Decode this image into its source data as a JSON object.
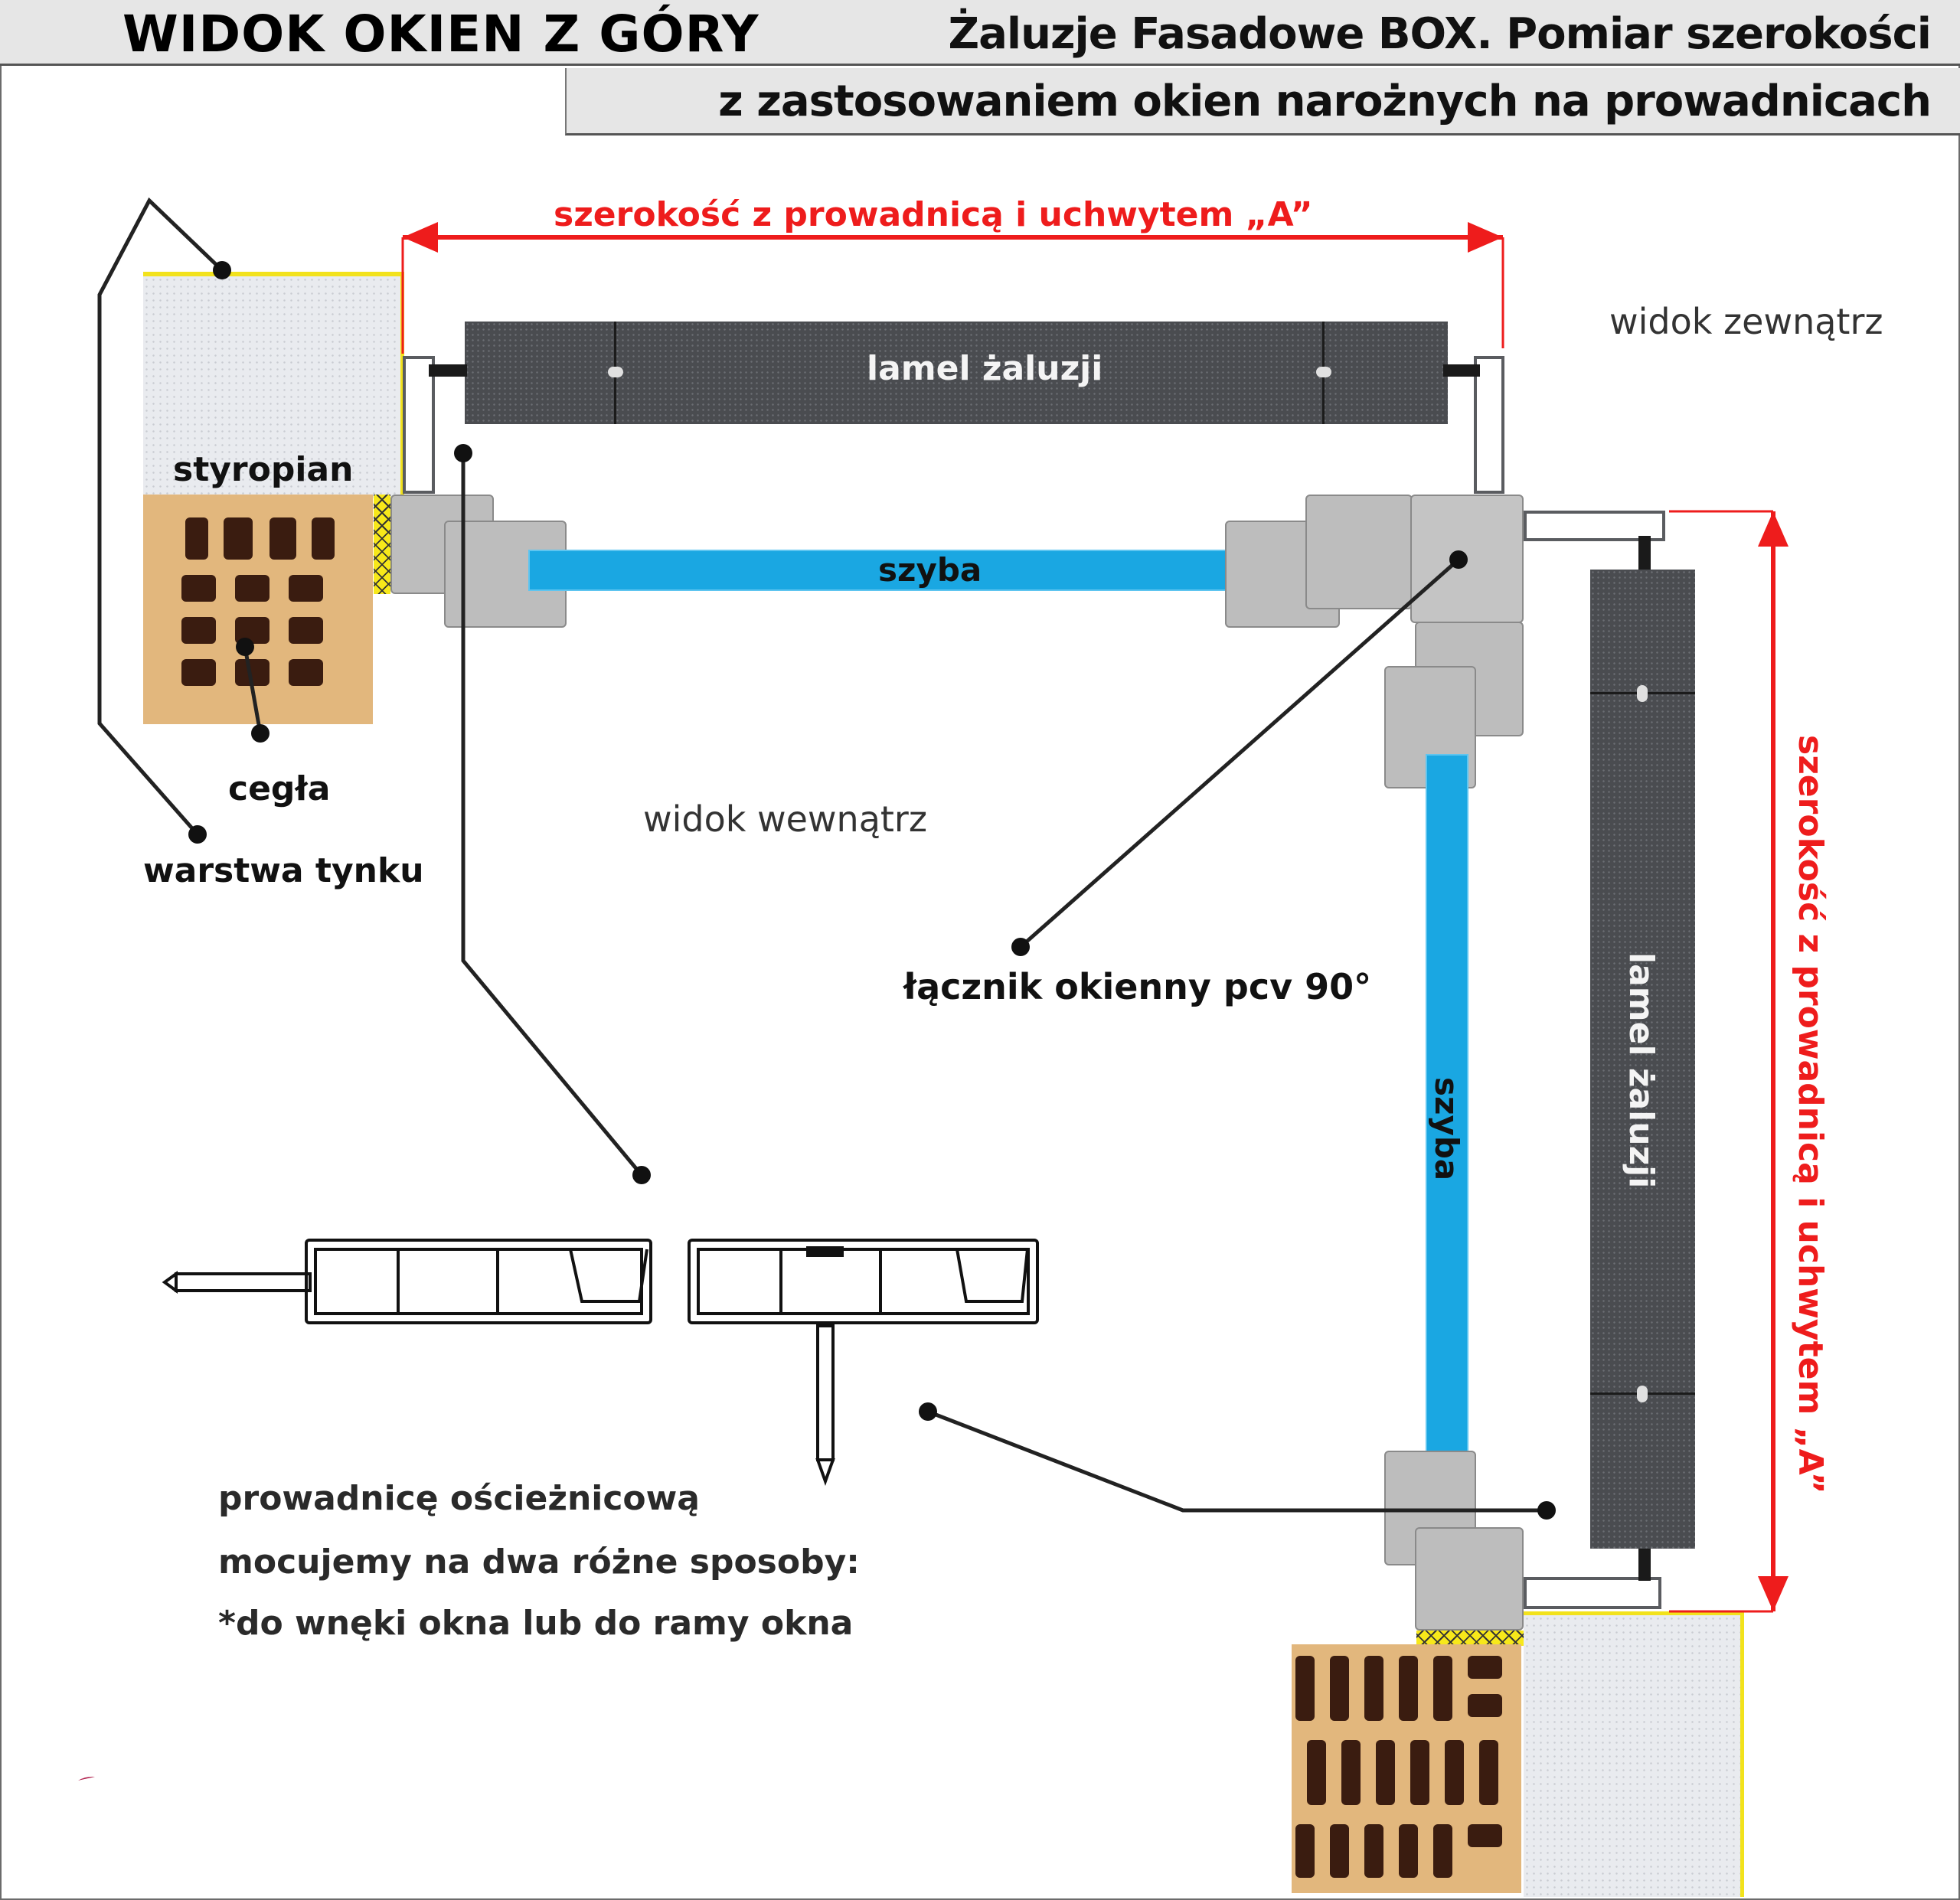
{
  "header": {
    "title": "WIDOK OKIEN Z GÓRY",
    "subtitle_line1": "Żaluzje Fasadowe BOX. Pomiar szerokości",
    "subtitle_line2": "z zastosowaniem okien narożnych na prowadnicach"
  },
  "dimensions": {
    "horizontal_label": "szerokość z prowadnicą i uchwytem „A”",
    "vertical_label": "szerokość z prowadnicą i uchwytem „A”"
  },
  "views": {
    "outside": "widok zewnątrz",
    "inside": "widok wewnątrz"
  },
  "components": {
    "lamel_top": "lamel żaluzji",
    "lamel_right": "lamel żaluzji",
    "glass_top": "szyba",
    "glass_right": "szyba",
    "styrofoam": "styropian",
    "brick": "cegła",
    "plaster": "warstwa tynku",
    "connector": "łącznik okienny pcv 90°"
  },
  "note": {
    "line1": "prowadnicę ościeżnicową",
    "line2": "mocujemy na dwa różne sposoby:",
    "line3": "*do wnęki okna lub do ramy okna"
  },
  "colors": {
    "dimension_red": "#ee1c1c",
    "glass_blue": "#1aa7e2",
    "lamel_gray": "#4a4c50",
    "pvc_gray": "#bdbdbd",
    "header_gray": "#e6e6e6",
    "foam_yellow": "#f7e81a"
  }
}
